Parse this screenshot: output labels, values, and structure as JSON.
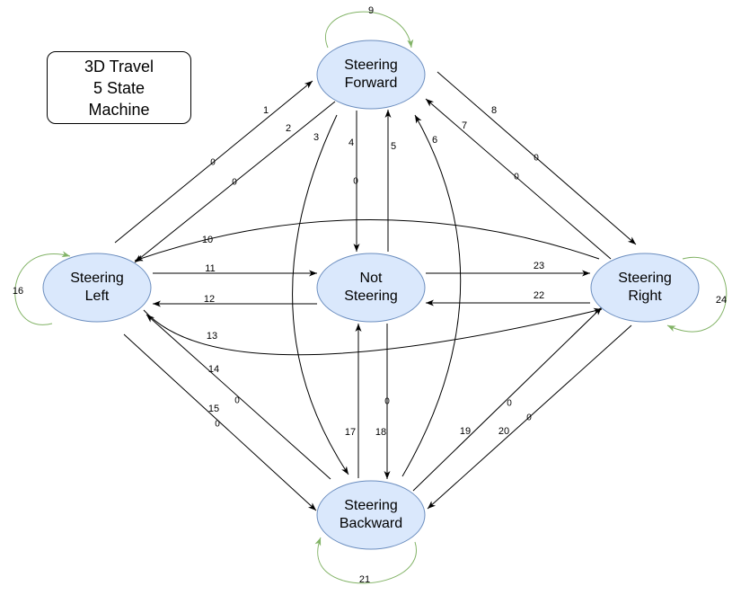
{
  "title": {
    "lines": [
      "3D Travel",
      "5 State",
      "Machine"
    ]
  },
  "colors": {
    "node_fill": "#dae8fc",
    "node_stroke": "#6c8ebf",
    "edge": "#000000",
    "self_loop": "#82b366"
  },
  "states": [
    {
      "id": "forward",
      "label_lines": [
        "Steering",
        "Forward"
      ]
    },
    {
      "id": "left",
      "label_lines": [
        "Steering",
        "Left"
      ]
    },
    {
      "id": "not",
      "label_lines": [
        "Not",
        "Steering"
      ]
    },
    {
      "id": "right",
      "label_lines": [
        "Steering",
        "Right"
      ]
    },
    {
      "id": "backward",
      "label_lines": [
        "Steering",
        "Backward"
      ]
    }
  ],
  "transitions": [
    {
      "id": "1",
      "from": "left",
      "to": "forward",
      "weight": "0"
    },
    {
      "id": "2",
      "from": "forward",
      "to": "left",
      "weight": "0"
    },
    {
      "id": "3",
      "from": "forward",
      "to": "backward"
    },
    {
      "id": "4",
      "from": "forward",
      "to": "not",
      "weight": "0"
    },
    {
      "id": "5",
      "from": "not",
      "to": "forward"
    },
    {
      "id": "6",
      "from": "backward",
      "to": "forward"
    },
    {
      "id": "7",
      "from": "right",
      "to": "forward",
      "weight": "0"
    },
    {
      "id": "8",
      "from": "forward",
      "to": "right",
      "weight": "0"
    },
    {
      "id": "9",
      "from": "forward",
      "to": "forward"
    },
    {
      "id": "10",
      "from": "right",
      "to": "left"
    },
    {
      "id": "11",
      "from": "left",
      "to": "not"
    },
    {
      "id": "12",
      "from": "not",
      "to": "left"
    },
    {
      "id": "13",
      "from": "left",
      "to": "right"
    },
    {
      "id": "14",
      "from": "backward",
      "to": "left",
      "weight": "0"
    },
    {
      "id": "15",
      "from": "left",
      "to": "backward",
      "weight": "0"
    },
    {
      "id": "16",
      "from": "left",
      "to": "left"
    },
    {
      "id": "17",
      "from": "backward",
      "to": "not"
    },
    {
      "id": "18",
      "from": "not",
      "to": "backward",
      "weight": "0"
    },
    {
      "id": "19",
      "from": "backward",
      "to": "right",
      "weight": "0"
    },
    {
      "id": "20",
      "from": "right",
      "to": "backward",
      "weight": "0"
    },
    {
      "id": "21",
      "from": "backward",
      "to": "backward"
    },
    {
      "id": "22",
      "from": "right",
      "to": "not"
    },
    {
      "id": "23",
      "from": "not",
      "to": "right"
    },
    {
      "id": "24",
      "from": "right",
      "to": "right"
    }
  ]
}
